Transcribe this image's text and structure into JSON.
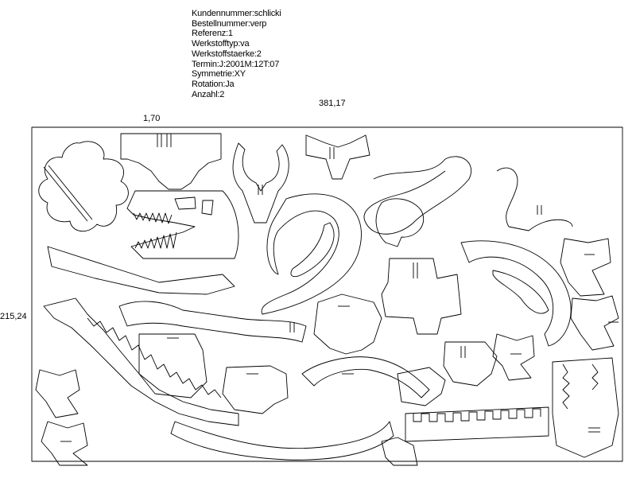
{
  "header": {
    "lines": [
      "Kundennummer:schlicki",
      "Bestellnummer:verp",
      "Referenz:1",
      "Werkstofftyp:va",
      "Werkstoffstaerke:2",
      "Termin:J:2001M:12T:07",
      "Symmetrie:XY",
      "Rotation:Ja",
      "Anzahl:2"
    ]
  },
  "dimensions": {
    "width": "381,17",
    "thickness": "1,70",
    "height": "215,24"
  }
}
